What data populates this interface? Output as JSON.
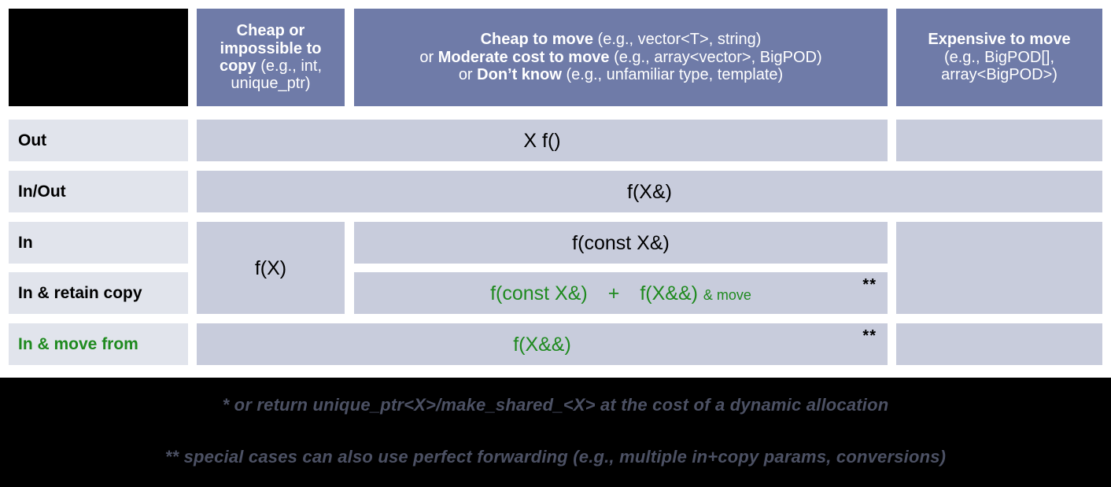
{
  "colors": {
    "header_blue": "#6F7BA8",
    "body_cell": "#C8CCDC",
    "row_label": "#E1E4EC",
    "green": "#1F8A1F",
    "black": "#000000",
    "footnote_text": "#4C5164"
  },
  "corner": {
    "label": "blank-corner"
  },
  "columns": [
    {
      "id": "cheap-or-impossible-to-copy",
      "bold_lead": "Cheap or impossible to copy",
      "example": "(e.g., int, unique_ptr)",
      "full_text": "Cheap or impossible to copy (e.g., int, unique_ptr)"
    },
    {
      "id": "cheap-to-move",
      "line1_bold": "Cheap to move",
      "line1_rest": "(e.g., vector<T>, string)",
      "line2_prefix": "or ",
      "line2_bold": "Moderate cost to move",
      "line2_rest": "(e.g., array<vector>, BigPOD)",
      "line3_prefix": "or ",
      "line3_bold": "Don’t know",
      "line3_rest": "(e.g., unfamiliar type, template)",
      "full_text": "Cheap to move (e.g., vector<T>, string) or Moderate cost to move (e.g., array<vector>, BigPOD) or Don’t know (e.g., unfamiliar type, template)"
    },
    {
      "id": "expensive-to-move",
      "bold_lead": "Expensive to move",
      "example_line1": "(e.g., BigPOD[],",
      "example_line2": "array<BigPOD>)",
      "full_text": "Expensive to move (e.g., BigPOD[], array<BigPOD>)"
    }
  ],
  "rows": [
    {
      "id": "out",
      "label": "Out",
      "label_green": false,
      "content": "X f()",
      "content_green": false,
      "stars": ""
    },
    {
      "id": "in-out",
      "label": "In/Out",
      "label_green": false,
      "content": "f(X&)",
      "content_green": false,
      "stars": ""
    },
    {
      "id": "in",
      "label": "In",
      "label_green": false,
      "content": "f(const X&)",
      "content_green": false,
      "stars": ""
    },
    {
      "id": "in-retain-copy",
      "label": "In & retain copy",
      "label_green": false,
      "content_part1": "f(const X&)",
      "content_plus": "+",
      "content_part2": "f(X&&)",
      "content_suffix": "& move",
      "content_green": true,
      "stars": "**"
    },
    {
      "id": "in-move-from",
      "label": "In & move from",
      "label_green": true,
      "content": "f(X&&)",
      "content_green": true,
      "stars": "**"
    }
  ],
  "merged_cells": {
    "cheap_impossible_in_copy": "f(X)"
  },
  "footnotes": [
    {
      "id": "footnote-single-star",
      "text": "* or return unique_ptr<X>/make_shared_<X> at the cost of a dynamic allocation"
    },
    {
      "id": "footnote-double-star",
      "text": "** special cases can also use perfect forwarding (e.g., multiple in+copy params, conversions)"
    }
  ]
}
